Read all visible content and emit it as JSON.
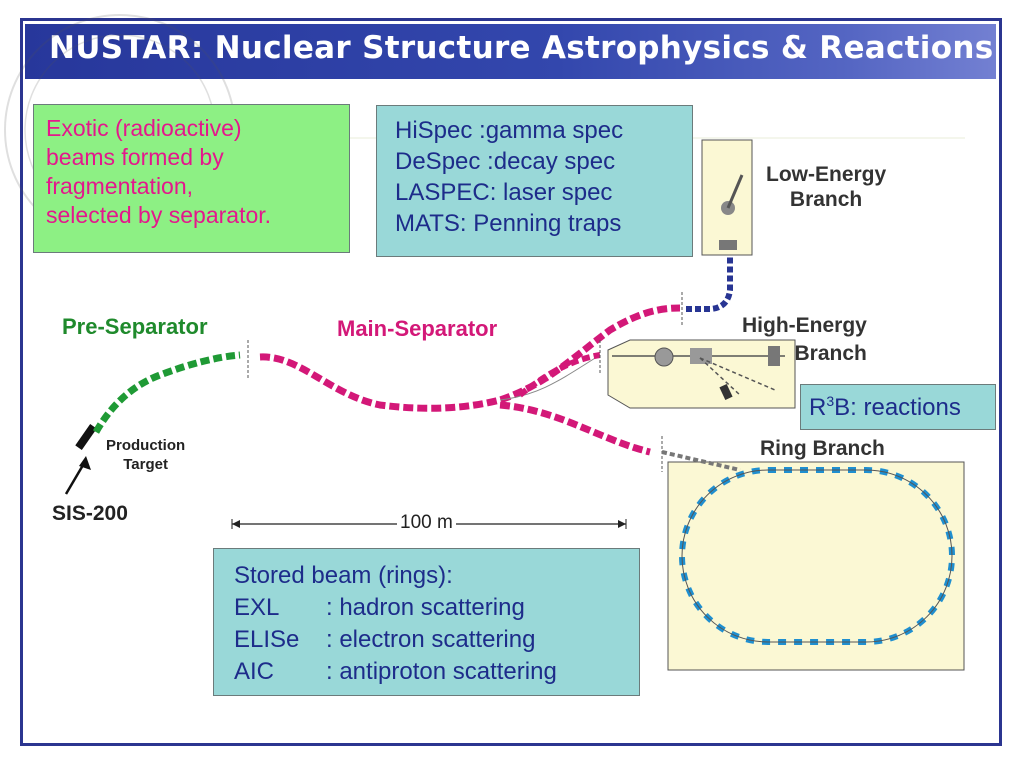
{
  "slide": {
    "title": "NUSTAR: Nuclear Structure Astrophysics & Reactions"
  },
  "boxes": {
    "exotic": {
      "lines": [
        "Exotic (radioactive)",
        "beams formed by",
        "fragmentation,",
        "selected by separator."
      ]
    },
    "low_energy_experiments": {
      "lines": [
        "HiSpec :gamma spec",
        "DeSpec :decay spec",
        "LASPEC: laser spec",
        "MATS: Penning traps"
      ]
    },
    "r3b": {
      "prefix": "R",
      "superscript": "3",
      "suffix": "B: reactions"
    },
    "stored_beam": {
      "heading": "Stored beam (rings):",
      "rows": [
        {
          "key": "EXL",
          "value": ": hadron  scattering"
        },
        {
          "key": "ELISe",
          "value": ": electron scattering"
        },
        {
          "key": "AIC",
          "value": ": antiproton scattering"
        }
      ]
    }
  },
  "diagram": {
    "pre_separator_label": "Pre-Separator",
    "main_separator_label": "Main-Separator",
    "low_energy_branch_label": [
      "Low-Energy",
      "Branch"
    ],
    "high_energy_branch_label": [
      "High-Energy",
      "Branch"
    ],
    "ring_branch_label": "Ring Branch",
    "production_target_label": [
      "Production",
      "Target"
    ],
    "sis_label": "SIS-200",
    "scale_label": "100 m",
    "colors": {
      "pre_separator": "#1f9a35",
      "main_separator": "#d31878",
      "low_energy_beamline": "#283593",
      "ring_magnets": "#1f8fd0",
      "ring_fill": "#fbf8d4",
      "branch_fill": "#fbf8d4"
    }
  }
}
